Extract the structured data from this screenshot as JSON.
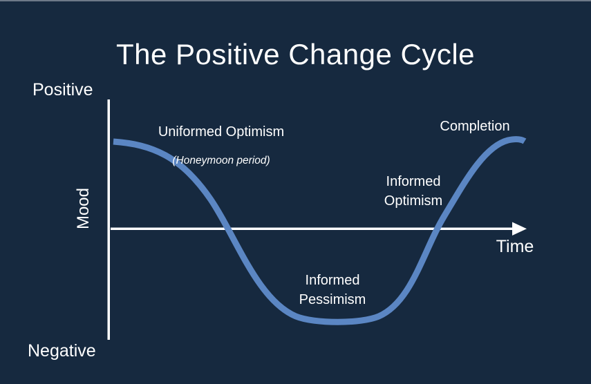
{
  "title": "The Positive Change Cycle",
  "axes": {
    "y_top_label": "Positive",
    "y_bottom_label": "Negative",
    "y_axis_label": "Mood",
    "x_axis_label": "Time"
  },
  "curve_labels": {
    "phase1": "Uniformed Optimism",
    "phase1_sub": "(Honeymoon period)",
    "phase2": "Informed\nPessimism",
    "phase3": "Informed\nOptimism",
    "phase4": "Completion"
  },
  "colors": {
    "background": "#16293F",
    "curve": "#5B86C3",
    "axis": "#FFFFFF",
    "text": "#FFFFFF"
  },
  "chart_data": {
    "type": "line",
    "title": "The Positive Change Cycle",
    "xlabel": "Time",
    "ylabel": "Mood",
    "y_range_labels": [
      "Negative",
      "Positive"
    ],
    "x_range": [
      0,
      10
    ],
    "ylim": [
      -1,
      1
    ],
    "grid": false,
    "legend": "none",
    "series": [
      {
        "name": "Mood",
        "x": [
          0,
          1,
          2,
          3,
          4,
          4.8,
          5.6,
          6.5,
          7.5,
          8.5,
          9.6,
          10
        ],
        "values": [
          0.78,
          0.76,
          0.55,
          0.0,
          -0.6,
          -0.84,
          -0.84,
          -0.72,
          -0.2,
          0.45,
          0.8,
          0.79
        ]
      }
    ],
    "annotations": [
      {
        "text": "Uniformed Optimism (Honeymoon period)",
        "position": "above curve start, top left"
      },
      {
        "text": "Informed Pessimism",
        "position": "inside trough, bottom middle"
      },
      {
        "text": "Informed Optimism",
        "position": "left of rising curve, above x-axis"
      },
      {
        "text": "Completion",
        "position": "above curve end, top right"
      }
    ]
  }
}
